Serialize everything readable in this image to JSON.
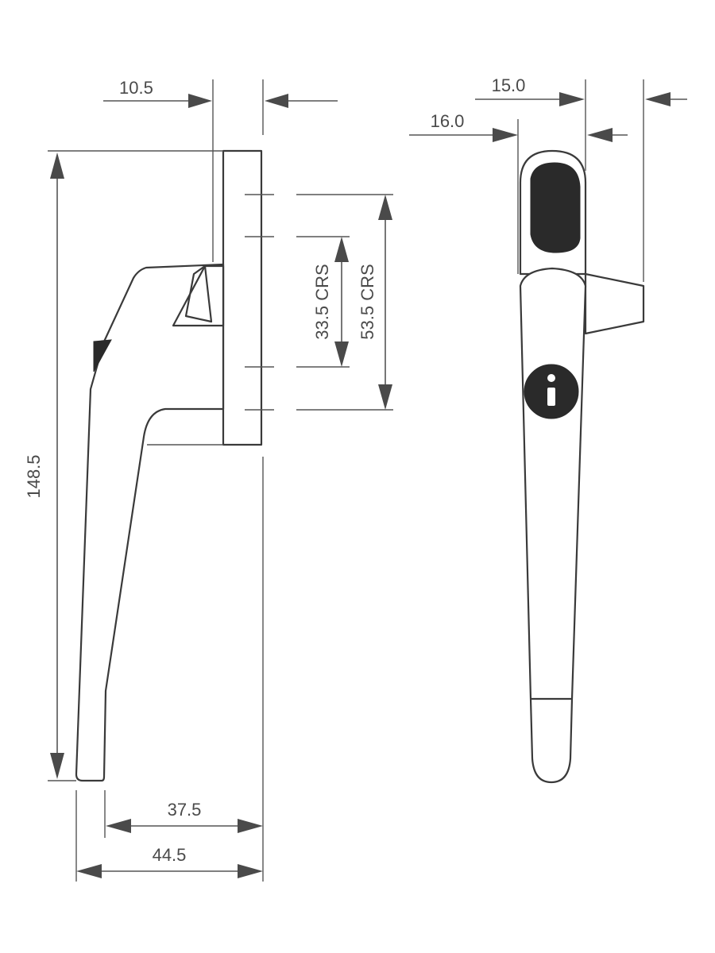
{
  "dimensions": {
    "depth_backplate_offset": "10.5",
    "lever_width": "15.0",
    "housing_width": "16.0",
    "inner_centres": "33.5 CRS",
    "outer_centres": "53.5 CRS",
    "overall_height": "148.5",
    "projection_inner": "37.5",
    "projection_outer": "44.5"
  },
  "colors": {
    "line": "#555555",
    "outline": "#3a3a3a",
    "solid_fill": "#2a2a2a",
    "text": "#4a4a4a"
  },
  "icons": {
    "key_symbol": "key-lock-icon"
  }
}
